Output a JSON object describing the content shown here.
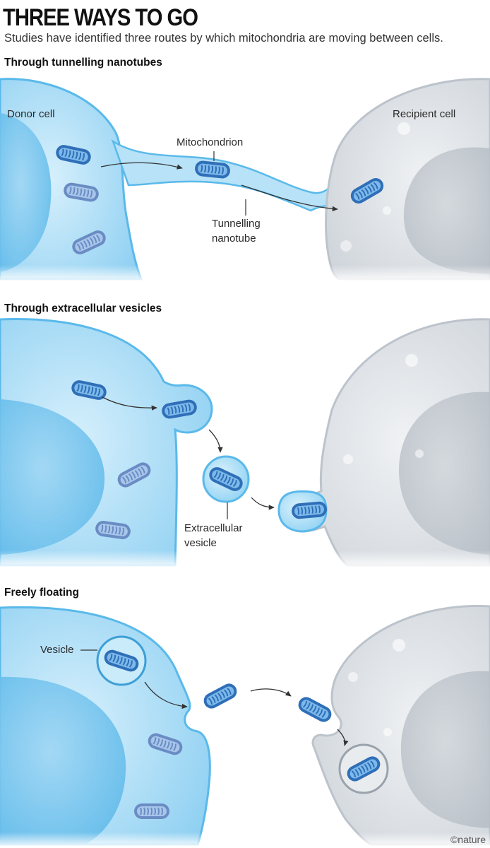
{
  "header": {
    "title": "THREE WAYS TO GO",
    "subtitle": "Studies have identified three routes by which mitochondria are moving between cells."
  },
  "panels": [
    {
      "title": "Through tunnelling nanotubes",
      "labels": {
        "donor": "Donor cell",
        "recipient": "Recipient cell",
        "mito": "Mitochondrion",
        "tube_line1": "Tunnelling",
        "tube_line2": "nanotube"
      }
    },
    {
      "title": "Through extracellular vesicles",
      "labels": {
        "ev_line1": "Extracellular",
        "ev_line2": "vesicle"
      }
    },
    {
      "title": "Freely floating",
      "labels": {
        "vesicle": "Vesicle"
      }
    }
  ],
  "credit": "©nature",
  "colors": {
    "donor_fill": "#a9dcf5",
    "donor_edge": "#4fb5e8",
    "recipient_fill": "#dfe3e8",
    "recipient_edge": "#b9c0c8",
    "mito_outer": "#2f6fb8",
    "mito_inner": "#6fb0e6"
  }
}
